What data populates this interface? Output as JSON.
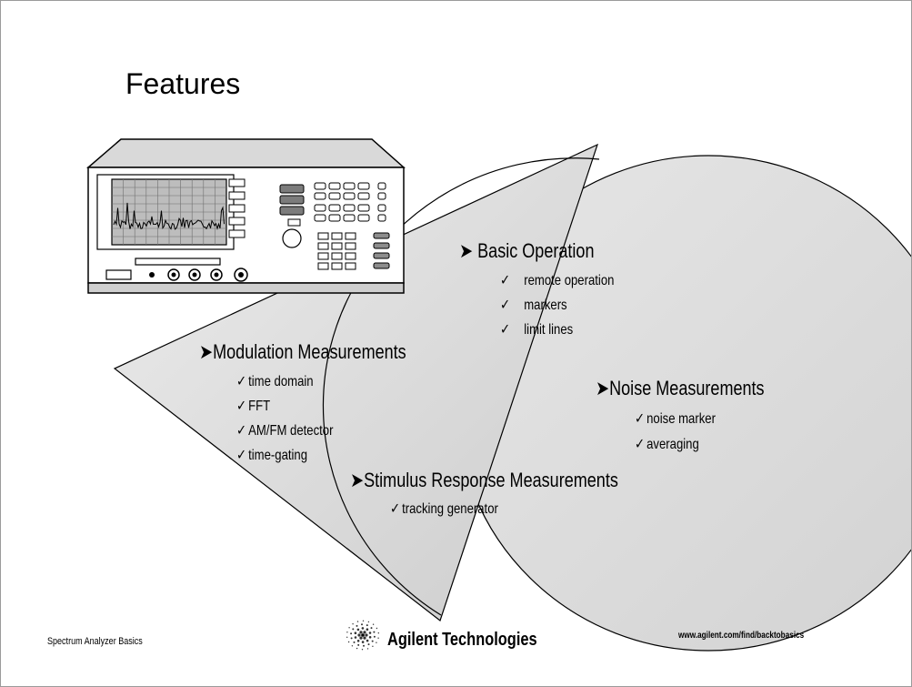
{
  "slide": {
    "title": "Features",
    "sections": {
      "basic_operation": {
        "arrow": "➤",
        "heading": "Basic Operation",
        "items": [
          {
            "check": "✓",
            "text": "remote operation"
          },
          {
            "check": "✓",
            "text": "markers"
          },
          {
            "check": "✓",
            "text": "limit lines"
          }
        ]
      },
      "modulation": {
        "arrow": "➤",
        "heading": "Modulation Measurements",
        "items": [
          {
            "check": "✓",
            "text": "time domain"
          },
          {
            "check": "✓",
            "text": "FFT"
          },
          {
            "check": "✓",
            "text": "AM/FM detector"
          },
          {
            "check": "✓",
            "text": "time-gating"
          }
        ]
      },
      "noise": {
        "arrow": "➤",
        "heading": "Noise Measurements",
        "items": [
          {
            "check": "✓",
            "text": "noise marker"
          },
          {
            "check": "✓",
            "text": "averaging"
          }
        ]
      },
      "stimulus": {
        "arrow": "➤",
        "heading": "Stimulus Response Measurements",
        "items": [
          {
            "check": "✓",
            "text": "tracking generator"
          }
        ]
      }
    },
    "footer": {
      "left": "Spectrum Analyzer Basics",
      "brand": "Agilent Technologies",
      "url": "www.agilent.com/find/backtobasics"
    },
    "colors": {
      "shape_fill": "#d7d7d7",
      "shape_stroke": "#000000",
      "instrument_body": "#ffffff",
      "screen_fill": "#bdbdbd"
    },
    "icons": [
      "spectrum-analyzer-illustration",
      "agilent-spark-logo",
      "arrow-bullet",
      "check-mark"
    ]
  }
}
